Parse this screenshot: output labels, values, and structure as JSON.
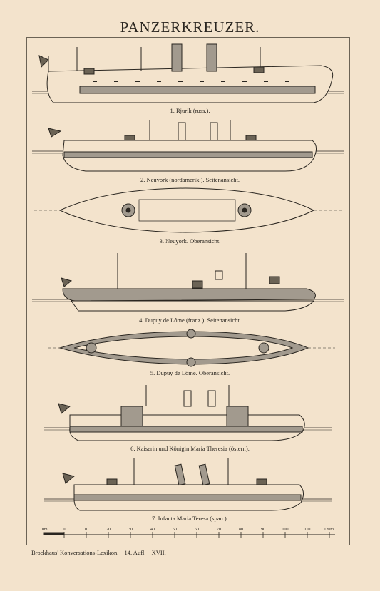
{
  "title": "PANZERKREUZER.",
  "captions": [
    "1. Rjurik (russ.).",
    "2. Neuyork (nordamerik.). Seitenansicht.",
    "3. Neuyork. Oberansicht.",
    "4. Dupuy de Lôme (franz.). Seitenansicht.",
    "5. Dupuy de Lôme. Oberansicht.",
    "6. Kaiserin und Königin Maria Theresia (österr.).",
    "7. Infanta Maria Teresa (span.)."
  ],
  "scale": {
    "unit_label": "10m.",
    "end_label": "120m.",
    "ticks": [
      "0",
      "10",
      "20",
      "30",
      "40",
      "50",
      "60",
      "70",
      "80",
      "90",
      "100",
      "110"
    ]
  },
  "footer": {
    "publisher": "Brockhaus' Konversations-Lexikon.",
    "edition": "14. Aufl.",
    "volume": "XVII."
  },
  "colors": {
    "paper": "#f3e3cc",
    "ink": "#2a2620",
    "shade": "#a29a8e"
  }
}
